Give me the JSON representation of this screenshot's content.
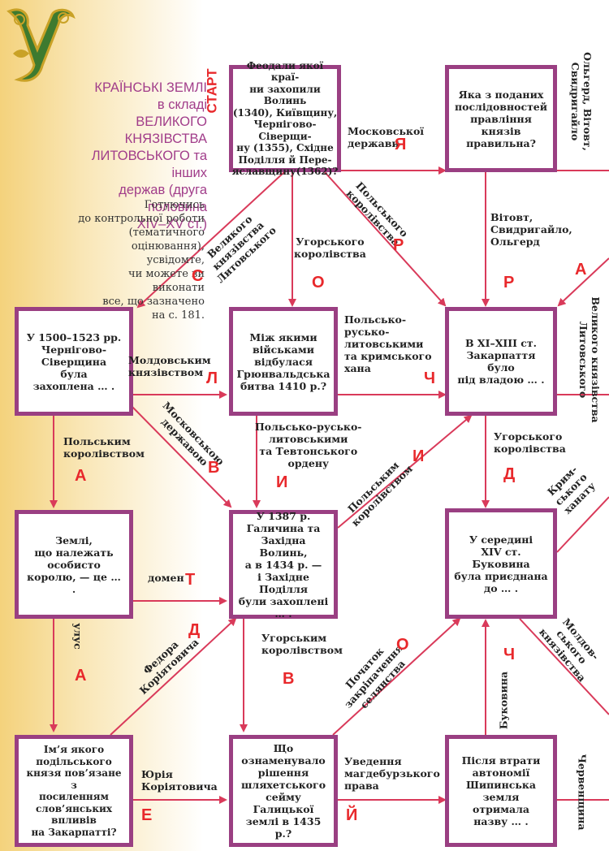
{
  "header": {
    "dropcap_letter": "У",
    "title": "КРАЇНСЬКІ ЗЕМЛІ\nв складі\nВЕЛИКОГО КНЯЗІВСТВА\nЛИТОВСЬКОГО та інших\nдержав (друга половина\nXIV–XV ст.)",
    "intro": "Готуючись\nдо контрольної роботи\n(тематичного\nоцінювання), усвідомте,\nчи можете ви виконати\nвсе, що зазначено\nна с. 181.",
    "start_label": "СТАРТ"
  },
  "boxes": {
    "start_question": "Феодали якої краї-\nни захопили Волинь\n(1340), Київщину,\nЧернігово-Сіверщи-\nну (1355), Східне\nПоділля й Пере-\nяславщину(1362)?",
    "prince_rule": "Яка з поданих\nпослідовностей\nправління князів\nправильна?",
    "chernihiv": "У 1500–1523 рр.\nЧернігово-\nСіверщина\nбула\nзахоплена … .",
    "grunwald": "Між якими\nвійськами\nвідбулася\nГрюнвальдська\nбитва 1410 р.?",
    "zakarpattia": "В XI–XIII ст.\nЗакарпаття було\nпід владою … .",
    "domain_lands": "Землі,\nщо належать\nособисто\nкоролю, — це … .",
    "galychyna": "У 1387 р.\nГаличина та\nЗахідна Волинь,\nа в 1434 р. —\nі Західне Поділля\nбули захоплені … .",
    "bukovyna": "У середині\nXIV ст. Буковина\nбула приєднана\nдо … .",
    "podolian_prince": "Ім’я якого\nподільського\nкнязя пов’язане з\nпосиленням\nслов’янських\nвпливів\nна Закарпатті?",
    "sejm": "Що\nознаменувало\nрішення\nшляхетського\nсейму Галицької\nземлі в 1435 р.?",
    "shypyn": "Після втрати\nавтономії\nШипинська\nземля отримала\nназву … ."
  },
  "labels": {
    "moscow_state": "Московської\nдержави",
    "polish_kingdom_diag": "Польського\nкоролівства",
    "hungarian_kingdom": "Угорського\nкоролівства",
    "lithuania_diag": "Великого\nкнязівства\nЛитовського",
    "olgerd_vytovt": "Ольгерд, Вітовт,\nСвидригайло",
    "vytovt_seq": "Вітовт,\nСвидригайло,\nОльгерд",
    "lithuania_right": "Великого князівства\nЛитовського",
    "moldavian_principality": "Молдовським\nкнязівством",
    "polish_lith_crimean": "Польсько-\nрусько-\nлитовськими\nта кримського\nхана",
    "moscow_state_diag": "Московською\nдержавою",
    "polish_kingdom_left": "Польським\nкоролівством",
    "polish_rus_teutonic": "Польсько-русько-\nлитовськими\nта Тевтонського\nордену",
    "polish_kingdom_diag2": "Польським\nкоролівством",
    "hungarian_kingdom2": "Угорського\nкоролівства",
    "crimean_khanate": "Крим-\nського\nханату",
    "domain": "домен",
    "ulus": "улус",
    "fedir_koriatovych": "Федора\nКоріятовича",
    "hungarian_kingdom3": "Угорським\nкоролівством",
    "serfdom": "Початок\nзакріпачення\nселянства",
    "moldavian_principality2": "Молдов-\nського\nкнязівства",
    "bukovyna_word": "Буковина",
    "yurii_koriatovych": "Юрія\nКоріятовича",
    "magdeburg": "Уведення\nмагдебурзького\nправа",
    "chervenshchyna": "Червенщина"
  },
  "letters": {
    "ya": "Я",
    "r1": "Р",
    "s": "С",
    "o1": "О",
    "a1": "А",
    "r2": "Р",
    "l": "Л",
    "ch1": "Ч",
    "a2": "А",
    "v1": "В",
    "y1": "И",
    "y2": "И",
    "d1": "Д",
    "t": "Т",
    "d2": "Д",
    "a3": "А",
    "v2": "В",
    "o2": "О",
    "ch2": "Ч",
    "ye": "Е",
    "yi": "Й"
  },
  "colors": {
    "box_border": "#9a3f82",
    "arrow": "#d93a5a",
    "letter": "#e8282b",
    "title": "#a13d8a"
  }
}
